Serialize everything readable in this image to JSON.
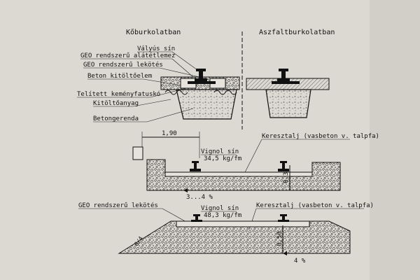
{
  "top_left": {
    "heading": "Kőburkolatban",
    "labels": [
      "Vályús sín",
      "GEO rendszerű alátétlemez",
      "GEO rendszerű lekötés",
      "Beton kitöltőelem",
      "Telített keményfatuskó",
      "Kitöltőanyag",
      "Betongerenda"
    ]
  },
  "top_right": {
    "heading": "Aszfaltburkolatban"
  },
  "middle": {
    "width_dim": "1,90",
    "sleeper_label": "Kereszt­alj (vasbeton v. talpfa)",
    "rail_name": "Vignol sín",
    "rail_weight": "34,5 kg/fm",
    "height_dim": "0,38",
    "slope": "3...4 %"
  },
  "bottom": {
    "fastening_label": "GEO rendszerű lekötés",
    "rail_name": "Vignol sín",
    "rail_weight": "48,3 kg/fm",
    "sleeper_label": "Keresztalj (vasbeton v. talpfa)",
    "embank_slope": "6/4",
    "height_dim": "0,50",
    "slope": "4 %"
  }
}
